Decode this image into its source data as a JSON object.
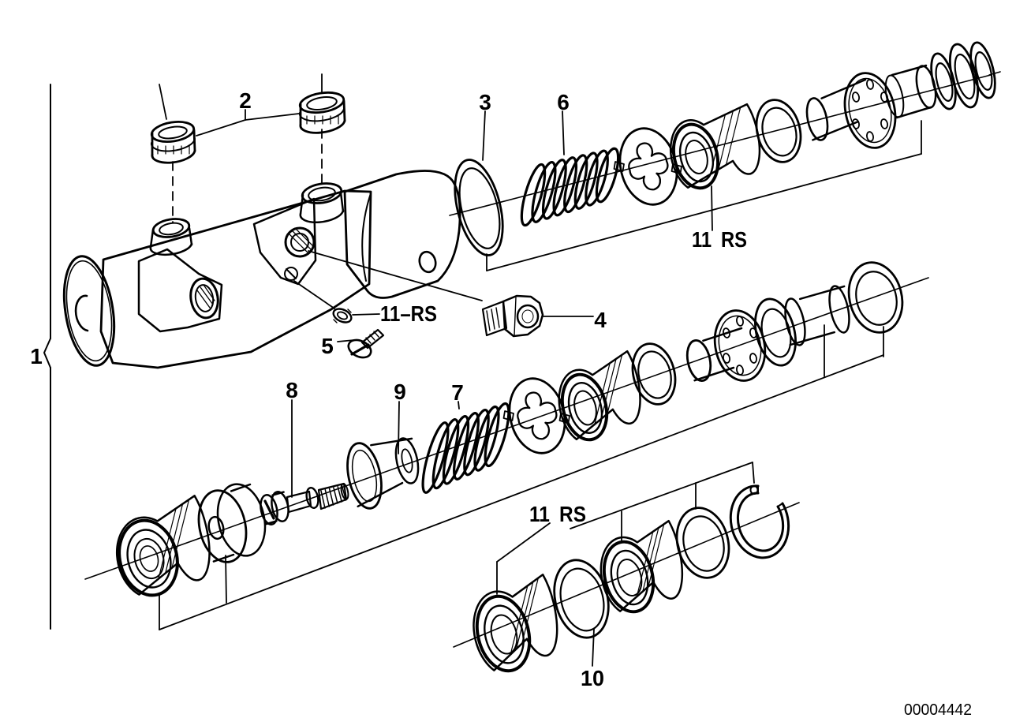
{
  "figure": {
    "type": "exploded-parts-diagram",
    "background_color": "#ffffff",
    "line_color": "#000000",
    "drawing_number": "00004442",
    "callouts": [
      {
        "id": "1",
        "text": "1"
      },
      {
        "id": "2",
        "text": "2"
      },
      {
        "id": "3",
        "text": "3"
      },
      {
        "id": "6",
        "text": "6"
      },
      {
        "id": "11top",
        "text": "11 RS"
      },
      {
        "id": "11mid",
        "text": "11–RS"
      },
      {
        "id": "4",
        "text": "4"
      },
      {
        "id": "5",
        "text": "5"
      },
      {
        "id": "8",
        "text": "8"
      },
      {
        "id": "9",
        "text": "9"
      },
      {
        "id": "7",
        "text": "7"
      },
      {
        "id": "11bot",
        "text": "11 RS"
      },
      {
        "id": "10",
        "text": "10"
      }
    ]
  }
}
